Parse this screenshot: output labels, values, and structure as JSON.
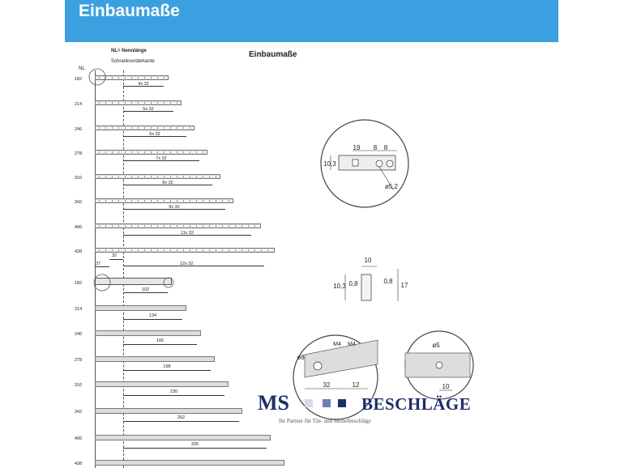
{
  "header": {
    "title": "Einbaumaße"
  },
  "drawing": {
    "title": "Einbaumaße",
    "legend_nl": "NL= Nennlänge",
    "legend_front": "Schrankvorderkante",
    "nl_label": "NL",
    "top_rows": [
      {
        "nl": "182",
        "dim": "4x 32"
      },
      {
        "nl": "214",
        "dim": "5x 32"
      },
      {
        "nl": "246",
        "dim": "6x 32"
      },
      {
        "nl": "278",
        "dim": "7x 32"
      },
      {
        "nl": "310",
        "dim": "8x 32"
      },
      {
        "nl": "342",
        "dim": "9x 32"
      },
      {
        "nl": "406",
        "dim": "11x 32"
      },
      {
        "nl": "438",
        "dim": "12x 32"
      }
    ],
    "offset_37": "37",
    "offset_32": "32",
    "bottom_rows": [
      {
        "nl": "182",
        "dim": "102"
      },
      {
        "nl": "214",
        "dim": "134"
      },
      {
        "nl": "246",
        "dim": "166"
      },
      {
        "nl": "278",
        "dim": "198"
      },
      {
        "nl": "310",
        "dim": "230"
      },
      {
        "nl": "342",
        "dim": "262"
      },
      {
        "nl": "406",
        "dim": "326"
      },
      {
        "nl": "438",
        "dim": ""
      }
    ],
    "detail1": {
      "d19": "19",
      "d8a": "8",
      "d8b": "8",
      "d103": "10,3",
      "d52": "ø5,2"
    },
    "detail2": {
      "d10": "10",
      "d103": "10,3",
      "d08a": "0,8",
      "d08b": "0,8",
      "d17": "17"
    },
    "detail3": {
      "d8": "ø8",
      "m4a": "M4",
      "m4b": "M4",
      "d32": "32",
      "d12": "12"
    },
    "detail4": {
      "d5": "ø5",
      "d10": "10"
    }
  },
  "brand": {
    "ms": "MS",
    "name": "BESCHLÄGE",
    "tagline": "Ihr Partner für Tür- und Möbelbeschläge"
  }
}
